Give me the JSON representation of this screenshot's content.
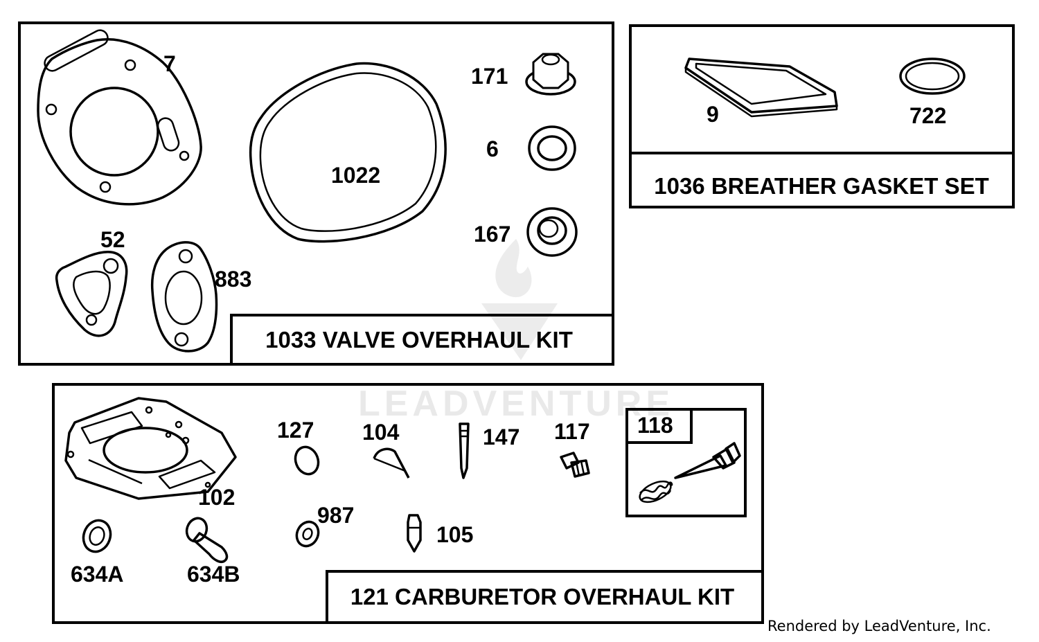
{
  "watermark": {
    "text": "LEADVENTURE"
  },
  "credit": "Rendered by LeadVenture, Inc.",
  "kits": {
    "valve": {
      "title": "1033 VALVE OVERHAUL KIT",
      "parts": [
        "7",
        "1022",
        "171",
        "6",
        "167",
        "52",
        "883"
      ]
    },
    "breather": {
      "title": "1036 BREATHER GASKET SET",
      "parts": [
        "9",
        "722"
      ]
    },
    "carburetor": {
      "title": "121 CARBURETOR OVERHAUL KIT",
      "parts": [
        "102",
        "127",
        "104",
        "147",
        "117",
        "118",
        "987",
        "105",
        "634A",
        "634B"
      ]
    }
  }
}
